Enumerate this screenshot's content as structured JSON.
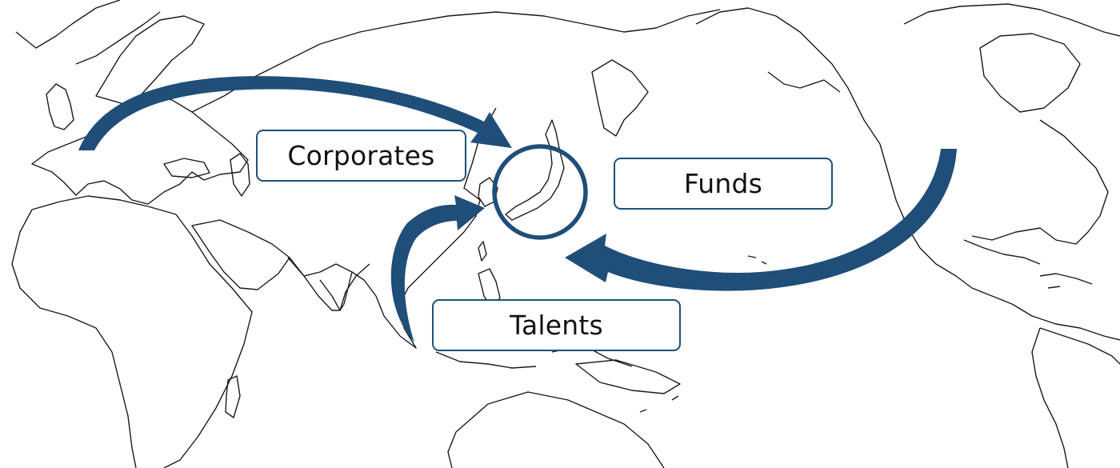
{
  "labels": {
    "corporates": "Corporates",
    "funds": "Funds",
    "talents": "Talents"
  },
  "colors": {
    "arrow": "#1f4e79",
    "outline": "#1a1a1a",
    "box_border": "#1f4e79",
    "text": "#111111",
    "background": "#ffffff"
  },
  "icons": [
    "world-map",
    "japan-highlight-circle",
    "curved-arrow"
  ]
}
